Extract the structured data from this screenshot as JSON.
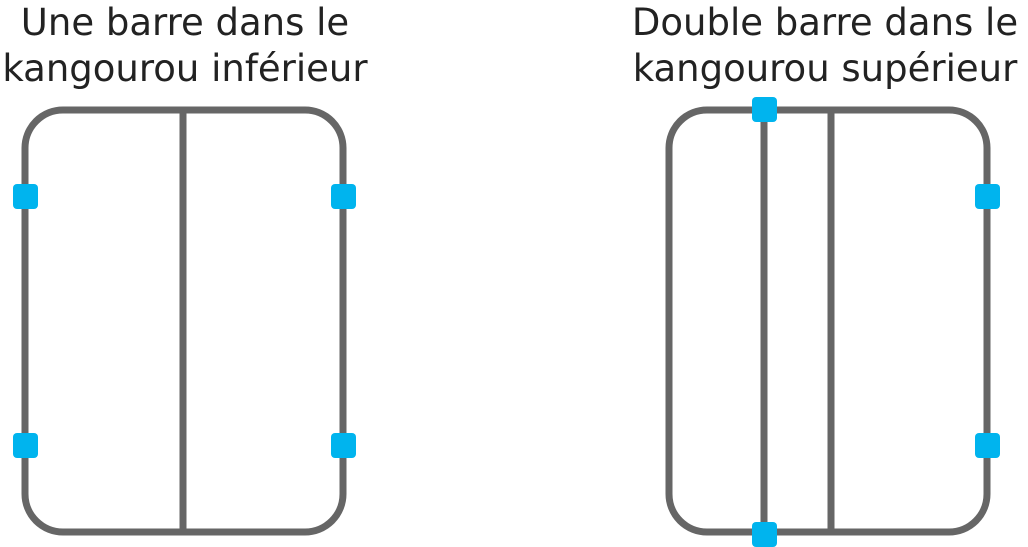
{
  "diagrams": [
    {
      "caption_line1": "Une barre dans le",
      "caption_line2": "kangourou inférieur"
    },
    {
      "caption_line1": "Double barre dans le",
      "caption_line2": "kangourou supérieur"
    }
  ],
  "colors": {
    "outline": "#666666",
    "connector": "#00b4ee",
    "text": "#222222"
  }
}
